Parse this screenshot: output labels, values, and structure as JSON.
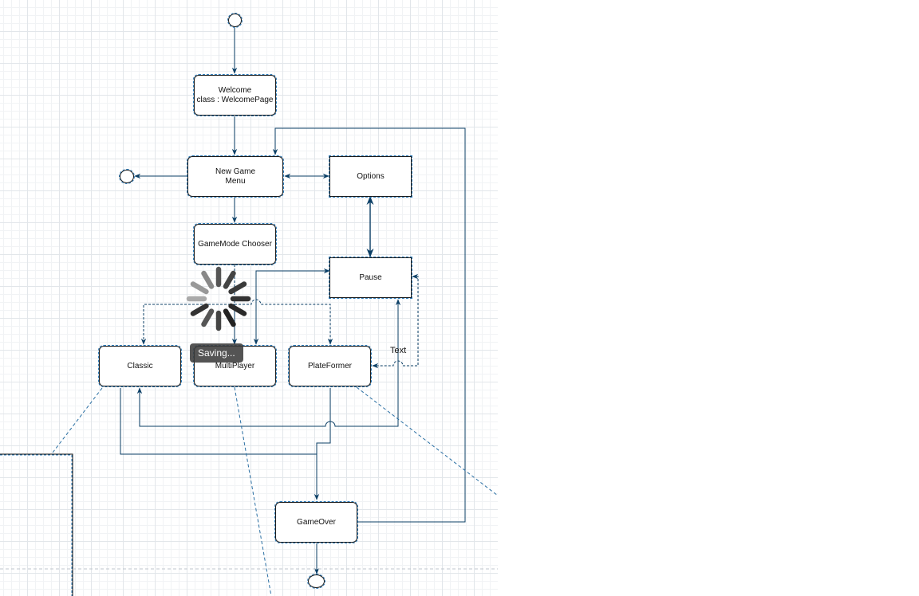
{
  "nodes": {
    "welcome": "Welcome\nclass : WelcomePage",
    "menu": "New Game\nMenu",
    "options": "Options",
    "chooser": "GameMode Chooser",
    "pause": "Pause",
    "classic": "Classic",
    "multiplayer": "MultiPlayer",
    "plateformer": "PlateFormer",
    "gameover": "GameOver"
  },
  "edge_label": "Text",
  "status": {
    "saving": "Saving..."
  },
  "colors": {
    "edge": "#0b3f66",
    "selection": "#2a7ab8",
    "grid": "#e2e6ea"
  }
}
